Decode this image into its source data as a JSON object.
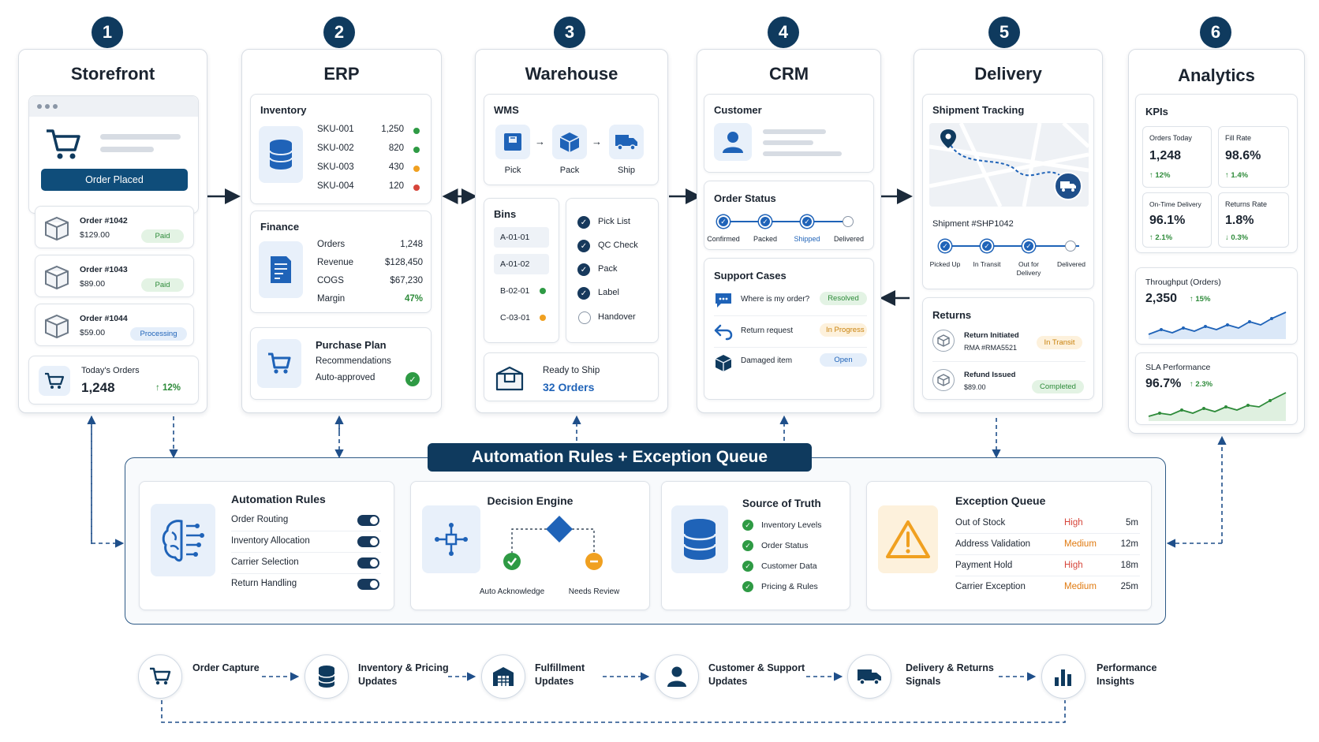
{
  "columns": [
    {
      "step": "1",
      "title": "Storefront"
    },
    {
      "step": "2",
      "title": "ERP"
    },
    {
      "step": "3",
      "title": "Warehouse"
    },
    {
      "step": "4",
      "title": "CRM"
    },
    {
      "step": "5",
      "title": "Delivery"
    },
    {
      "step": "6",
      "title": "Analytics"
    }
  ],
  "storefront": {
    "order_placed_label": "Order Placed",
    "orders": [
      {
        "id": "Order #1042",
        "amount": "$129.00",
        "status": "Paid"
      },
      {
        "id": "Order #1043",
        "amount": "$89.00",
        "status": "Paid"
      },
      {
        "id": "Order #1044",
        "amount": "$59.00",
        "status": "Processing"
      }
    ],
    "today_label": "Today's Orders",
    "today_value": "1,248",
    "today_change": "12%"
  },
  "erp": {
    "inventory_title": "Inventory",
    "inventory": [
      {
        "sku": "SKU-001",
        "qty": "1,250",
        "color": "#2e9a44"
      },
      {
        "sku": "SKU-002",
        "qty": "820",
        "color": "#2e9a44"
      },
      {
        "sku": "SKU-003",
        "qty": "430",
        "color": "#f0a020"
      },
      {
        "sku": "SKU-004",
        "qty": "120",
        "color": "#d6453a"
      }
    ],
    "finance_title": "Finance",
    "finance": [
      {
        "label": "Orders",
        "value": "1,248"
      },
      {
        "label": "Revenue",
        "value": "$128,450"
      },
      {
        "label": "COGS",
        "value": "$67,230"
      },
      {
        "label": "Margin",
        "value": "47%"
      }
    ],
    "purchase_title": "Purchase Plan",
    "purchase_line1": "Recommendations",
    "purchase_line2": "Auto-approved"
  },
  "warehouse": {
    "wms_title": "WMS",
    "wms_steps": [
      "Pick",
      "Pack",
      "Ship"
    ],
    "bins_title": "Bins",
    "bins": [
      {
        "code": "A-01-01",
        "color": ""
      },
      {
        "code": "A-01-02",
        "color": ""
      },
      {
        "code": "B-02-01",
        "color": "#2e9a44"
      },
      {
        "code": "C-03-01",
        "color": "#f0a020"
      }
    ],
    "checklist": [
      {
        "label": "Pick List",
        "done": true
      },
      {
        "label": "QC Check",
        "done": true
      },
      {
        "label": "Pack",
        "done": true
      },
      {
        "label": "Label",
        "done": true
      },
      {
        "label": "Handover",
        "done": false
      }
    ],
    "ready_label": "Ready to Ship",
    "ready_value": "32 Orders"
  },
  "crm": {
    "customer_title": "Customer",
    "order_status_title": "Order Status",
    "order_status_steps": [
      "Confirmed",
      "Packed",
      "Shipped",
      "Delivered"
    ],
    "support_title": "Support Cases",
    "cases": [
      {
        "label": "Where is my order?",
        "status": "Resolved"
      },
      {
        "label": "Return request",
        "status": "In Progress"
      },
      {
        "label": "Damaged item",
        "status": "Open"
      }
    ]
  },
  "delivery": {
    "tracking_title": "Shipment Tracking",
    "shipment_id": "Shipment #SHP1042",
    "steps": [
      "Picked Up",
      "In Transit",
      "Out for Delivery",
      "Delivered"
    ],
    "returns_title": "Returns",
    "returns": [
      {
        "label": "Return Initiated",
        "sub": "RMA #RMA5521",
        "status": "In Transit"
      },
      {
        "label": "Refund Issued",
        "sub": "$89.00",
        "status": "Completed"
      }
    ]
  },
  "analytics": {
    "kpis_title": "KPIs",
    "kpis": [
      {
        "label": "Orders Today",
        "value": "1,248",
        "change": "12%",
        "dir": "up"
      },
      {
        "label": "Fill Rate",
        "value": "98.6%",
        "change": "1.4%",
        "dir": "up"
      },
      {
        "label": "On-Time Delivery",
        "value": "96.1%",
        "change": "2.1%",
        "dir": "up"
      },
      {
        "label": "Returns Rate",
        "value": "1.8%",
        "change": "0.3%",
        "dir": "down"
      }
    ],
    "throughput_label": "Throughput (Orders)",
    "throughput_value": "2,350",
    "throughput_change": "15%",
    "sla_label": "SLA Performance",
    "sla_value": "96.7%",
    "sla_change": "2.3%"
  },
  "automation": {
    "banner": "Automation Rules + Exception Queue",
    "rules_title": "Automation Rules",
    "rules": [
      "Order Routing",
      "Inventory Allocation",
      "Carrier Selection",
      "Return Handling"
    ],
    "engine_title": "Decision Engine",
    "engine_ok": "Auto Acknowledge",
    "engine_review": "Needs Review",
    "truth_title": "Source of Truth",
    "truth_items": [
      "Inventory Levels",
      "Order Status",
      "Customer Data",
      "Pricing & Rules"
    ],
    "exception_title": "Exception Queue",
    "exceptions": [
      {
        "label": "Out of Stock",
        "priority": "High",
        "time": "5m"
      },
      {
        "label": "Address Validation",
        "priority": "Medium",
        "time": "12m"
      },
      {
        "label": "Payment Hold",
        "priority": "High",
        "time": "18m"
      },
      {
        "label": "Carrier Exception",
        "priority": "Medium",
        "time": "25m"
      }
    ]
  },
  "flow": [
    {
      "line1": "Order Capture",
      "line2": ""
    },
    {
      "line1": "Inventory & Pricing",
      "line2": "Updates"
    },
    {
      "line1": "Fulfillment",
      "line2": "Updates"
    },
    {
      "line1": "Customer & Support",
      "line2": "Updates"
    },
    {
      "line1": "Delivery & Returns",
      "line2": "Signals"
    },
    {
      "line1": "Performance",
      "line2": "Insights"
    }
  ]
}
